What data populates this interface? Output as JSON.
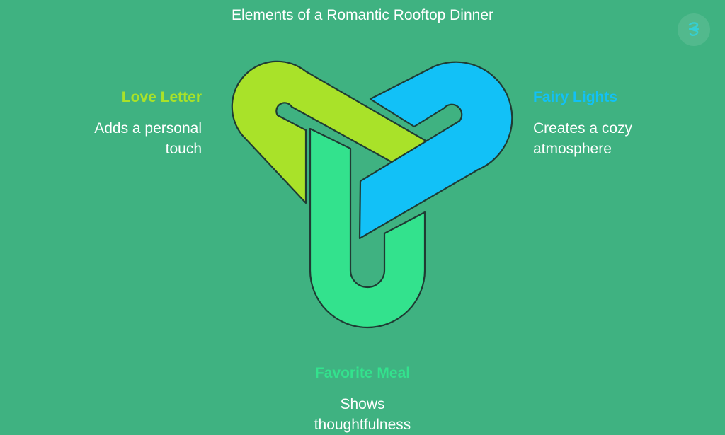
{
  "title": "Elements of a Romantic Rooftop Dinner",
  "colors": {
    "background": "#3fb281",
    "love_letter": "#a9e229",
    "fairy_lights": "#12c1f7",
    "favorite_meal": "#33e28d",
    "outline": "#1f3b33"
  },
  "logo": {
    "icon": "brand-logo-icon"
  },
  "items": [
    {
      "key": "love_letter",
      "title": "Love Letter",
      "desc_lines": [
        "Adds a personal",
        "touch"
      ]
    },
    {
      "key": "fairy_lights",
      "title": "Fairy Lights",
      "desc_lines": [
        "Creates a cozy",
        "atmosphere"
      ]
    },
    {
      "key": "favorite_meal",
      "title": "Favorite Meal",
      "desc_lines": [
        "Shows",
        "thoughtfulness"
      ]
    }
  ]
}
